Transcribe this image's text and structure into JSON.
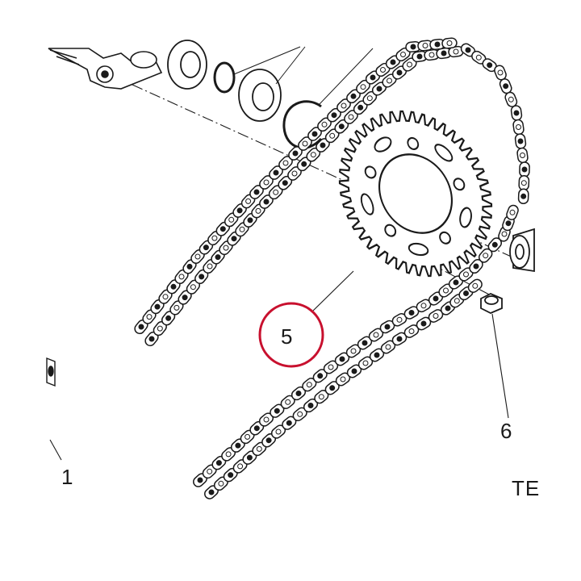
{
  "callouts": {
    "sprocket": "5",
    "nut": "6",
    "hub": "1",
    "cut_text": "TE"
  },
  "colors": {
    "line": "#1a1a1a",
    "chain_fill": "#ffffff",
    "highlight": "#c8102e"
  },
  "icons": {
    "hub": "wheel-hub-icon",
    "sprocket": "rear-sprocket-icon",
    "chain": "drive-chain-icon",
    "nut": "sprocket-nut-icon"
  }
}
